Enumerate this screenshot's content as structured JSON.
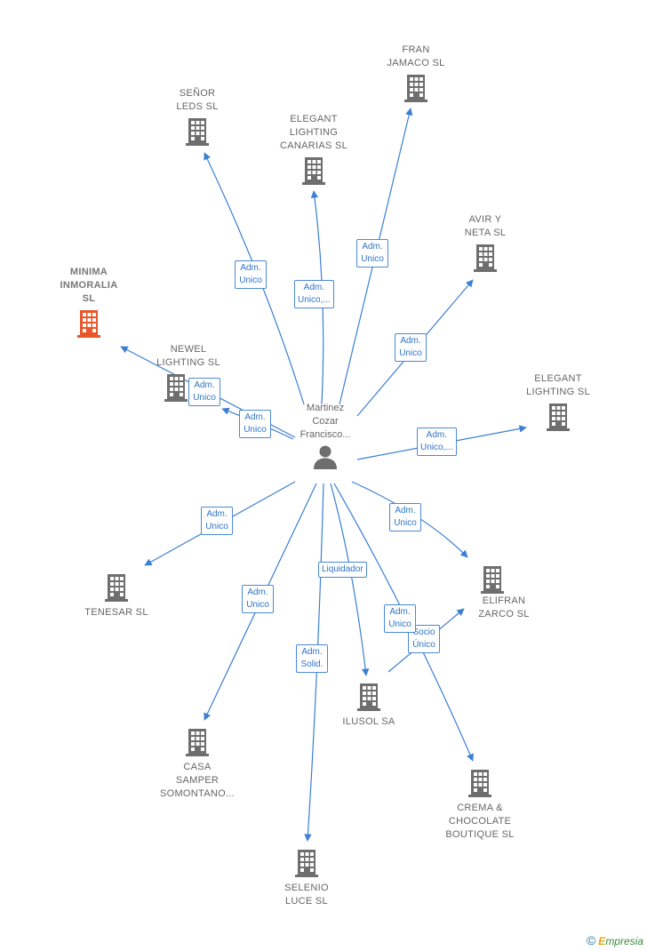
{
  "colors": {
    "edge": "#3b7fd4",
    "node_icon": "#6e6e6e",
    "highlight_icon": "#e8562a",
    "label_text": "#666666"
  },
  "center": {
    "label": "Martinez\nCozar\nFrancisco...",
    "icon": "person-icon"
  },
  "companies": [
    {
      "id": "fran",
      "label": "FRAN\nJAMACO SL",
      "highlight": false
    },
    {
      "id": "senor",
      "label": "SEÑOR\nLEDS SL",
      "highlight": false
    },
    {
      "id": "elegant-canarias",
      "label": "ELEGANT\nLIGHTING\nCANARIAS  SL",
      "highlight": false
    },
    {
      "id": "avir",
      "label": "AVIR Y\nNETA SL",
      "highlight": false
    },
    {
      "id": "minima",
      "label": "MINIMA\nINMORALIA\nSL",
      "highlight": true
    },
    {
      "id": "newel",
      "label": "NEWEL\nLIGHTING  SL",
      "highlight": false
    },
    {
      "id": "elegant",
      "label": "ELEGANT\nLIGHTING SL",
      "highlight": false
    },
    {
      "id": "tenesar",
      "label": "TENESAR SL",
      "highlight": false
    },
    {
      "id": "elifran",
      "label": "ELIFRAN\nZARCO  SL",
      "highlight": false
    },
    {
      "id": "casa",
      "label": "CASA\nSAMPER\nSOMONTANO...",
      "highlight": false
    },
    {
      "id": "ilusol",
      "label": "ILUSOL SA",
      "highlight": false
    },
    {
      "id": "crema",
      "label": "CREMA &\nCHOCOLATE\nBOUTIQUE SL",
      "highlight": false
    },
    {
      "id": "selenio",
      "label": "SELENIO\nLUCE  SL",
      "highlight": false
    }
  ],
  "edge_labels": [
    "Adm.\nUnico",
    "Adm.\nUnico",
    "Adm.\nUnico,...",
    "Adm.\nUnico",
    "Adm.\nUnico",
    "Adm.\nUnico",
    "Adm.\nUnico,...",
    "Adm.\nUnico",
    "Adm.\nUnico",
    "Liquidador",
    "Adm.\nUnico",
    "Adm.\nUnico",
    "Socio\nÚnico",
    "Adm.\nSolid."
  ],
  "footer": {
    "copyright": "©",
    "brand_initial": "E",
    "brand_rest": "mpresia"
  }
}
